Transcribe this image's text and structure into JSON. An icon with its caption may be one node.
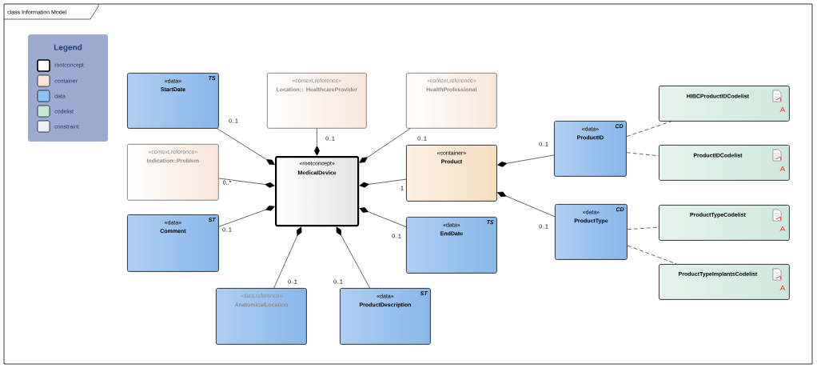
{
  "diagram": {
    "title": "class Information Model",
    "nodes": [
      {
        "text": [
          "«data»",
          "StartDate",
          "TS"
        ]
      },
      {
        "text": [
          "«context,reference»",
          "Location:: HealthcareProvider"
        ]
      },
      {
        "text": [
          "«context,reference»",
          "HealthProfessional"
        ]
      },
      {
        "text": [
          "«context,reference»",
          "Indication::Problem"
        ]
      },
      {
        "text": [
          "«rootconcept»",
          "MedicalDevice"
        ]
      },
      {
        "text": [
          "«container»",
          "Product"
        ]
      },
      {
        "text": [
          "«data»",
          "ProductID",
          "CD"
        ]
      },
      {
        "text": [
          "HIBCProductIDCodelist"
        ]
      },
      {
        "text": [
          "ProductIDCodelist"
        ]
      },
      {
        "text": [
          "«data»",
          "Comment",
          "ST"
        ]
      },
      {
        "text": [
          "«data»",
          "EndDate",
          "TS"
        ]
      },
      {
        "text": [
          "«data»",
          "ProductType",
          "CD"
        ]
      },
      {
        "text": [
          "ProductTypeCodelist"
        ]
      },
      {
        "text": [
          "ProductTypeImplantsCodelist"
        ]
      },
      {
        "text": [
          "«data,reference»",
          "AnatomicalLocation"
        ]
      },
      {
        "text": [
          "«data»",
          "ProductDescription",
          "ST"
        ]
      }
    ],
    "edges": [
      {
        "from": 0,
        "to": 4,
        "arrow": "other",
        "label": "0..1"
      },
      {
        "from": 1,
        "to": 4,
        "arrow": "other",
        "label": "0..1"
      },
      {
        "from": 2,
        "to": 4,
        "arrow": "other",
        "label": "0..1"
      },
      {
        "from": 3,
        "to": 4,
        "arrow": "other",
        "label": "0..*"
      },
      {
        "from": 9,
        "to": 4,
        "arrow": "other",
        "label": "0..1"
      },
      {
        "from": 10,
        "to": 4,
        "arrow": "other",
        "label": "0..1"
      },
      {
        "from": 14,
        "to": 4,
        "arrow": "other",
        "label": "0..1"
      },
      {
        "from": 15,
        "to": 4,
        "arrow": "other",
        "label": "0..1"
      },
      {
        "from": 5,
        "to": 4,
        "arrow": "other",
        "label": "1"
      },
      {
        "from": 6,
        "to": 5,
        "arrow": "other",
        "label": "0..1"
      },
      {
        "from": 11,
        "to": 5,
        "arrow": "other",
        "label": "0..1"
      },
      {
        "from": 6,
        "to": 7,
        "arrow": "none",
        "style": "dashed"
      },
      {
        "from": 6,
        "to": 8,
        "arrow": "none",
        "style": "dashed"
      },
      {
        "from": 11,
        "to": 12,
        "arrow": "none",
        "style": "dashed"
      },
      {
        "from": 11,
        "to": 13,
        "arrow": "none",
        "style": "dashed"
      }
    ],
    "labels": [
      "Legend"
    ],
    "legend": [
      {
        "text": "rootconcept",
        "color": "#ffffff"
      },
      {
        "text": "container",
        "color": "#f9e4d4"
      },
      {
        "text": "data",
        "color": "#8ec3f5"
      },
      {
        "text": "codelist",
        "color": "#c4e8d8"
      },
      {
        "text": "constraint",
        "color": "#eceef8"
      }
    ]
  }
}
